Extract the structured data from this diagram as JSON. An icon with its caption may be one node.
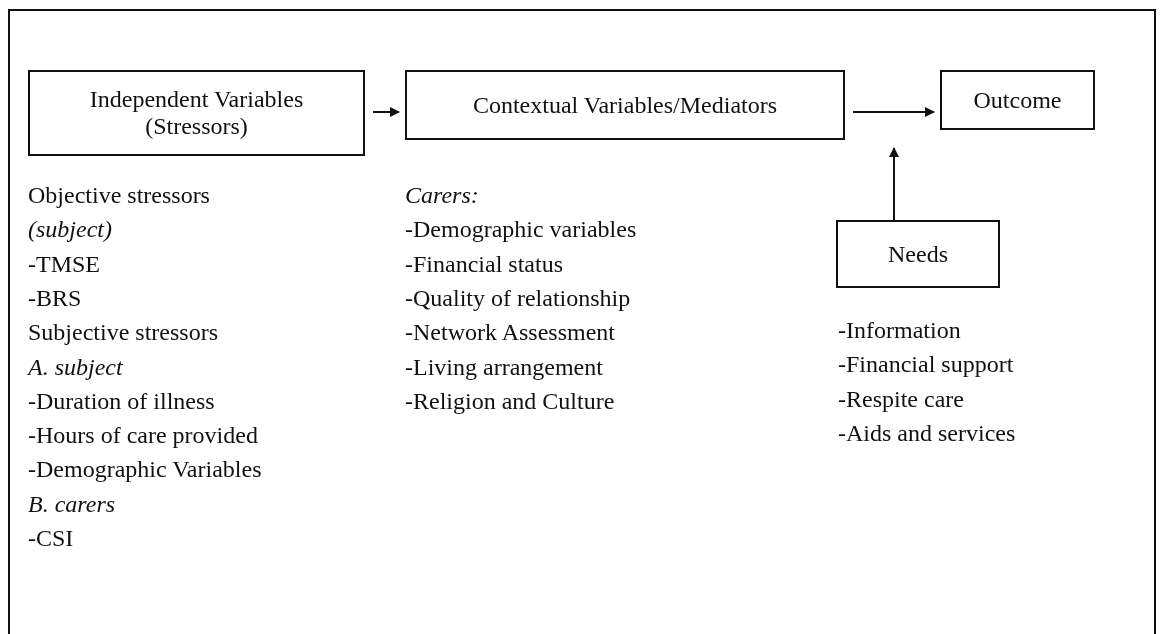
{
  "diagram": {
    "nodes": [
      {
        "text": [
          "Independent Variables (Stressors)"
        ]
      },
      {
        "text": [
          "Contextual Variables/Mediators"
        ]
      },
      {
        "text": [
          "Outcome"
        ]
      },
      {
        "text": [
          "Needs"
        ]
      }
    ],
    "edges": [
      {
        "from": 0,
        "to": 1,
        "arrow": "to"
      },
      {
        "from": 1,
        "to": 2,
        "arrow": "to"
      },
      {
        "from": 3,
        "to": null,
        "arrow": "to"
      }
    ],
    "labels": [
      "Objective stressors",
      "*(subject)*",
      "-TMSE",
      "-BRS",
      "Subjective stressors",
      "*A. subject*",
      "-Duration of illness",
      "-Hours of care provided",
      "-Demographic Variables",
      "*B. carers*",
      "-CSI",
      "*Carers:*",
      "-Demographic variables",
      "-Financial status",
      "-Quality of relationship",
      "-Network Assessment",
      "-Living arrangement",
      "-Religion and Culture",
      "-Information",
      "-Financial support",
      "-Respite care",
      "-Aids and services"
    ]
  }
}
